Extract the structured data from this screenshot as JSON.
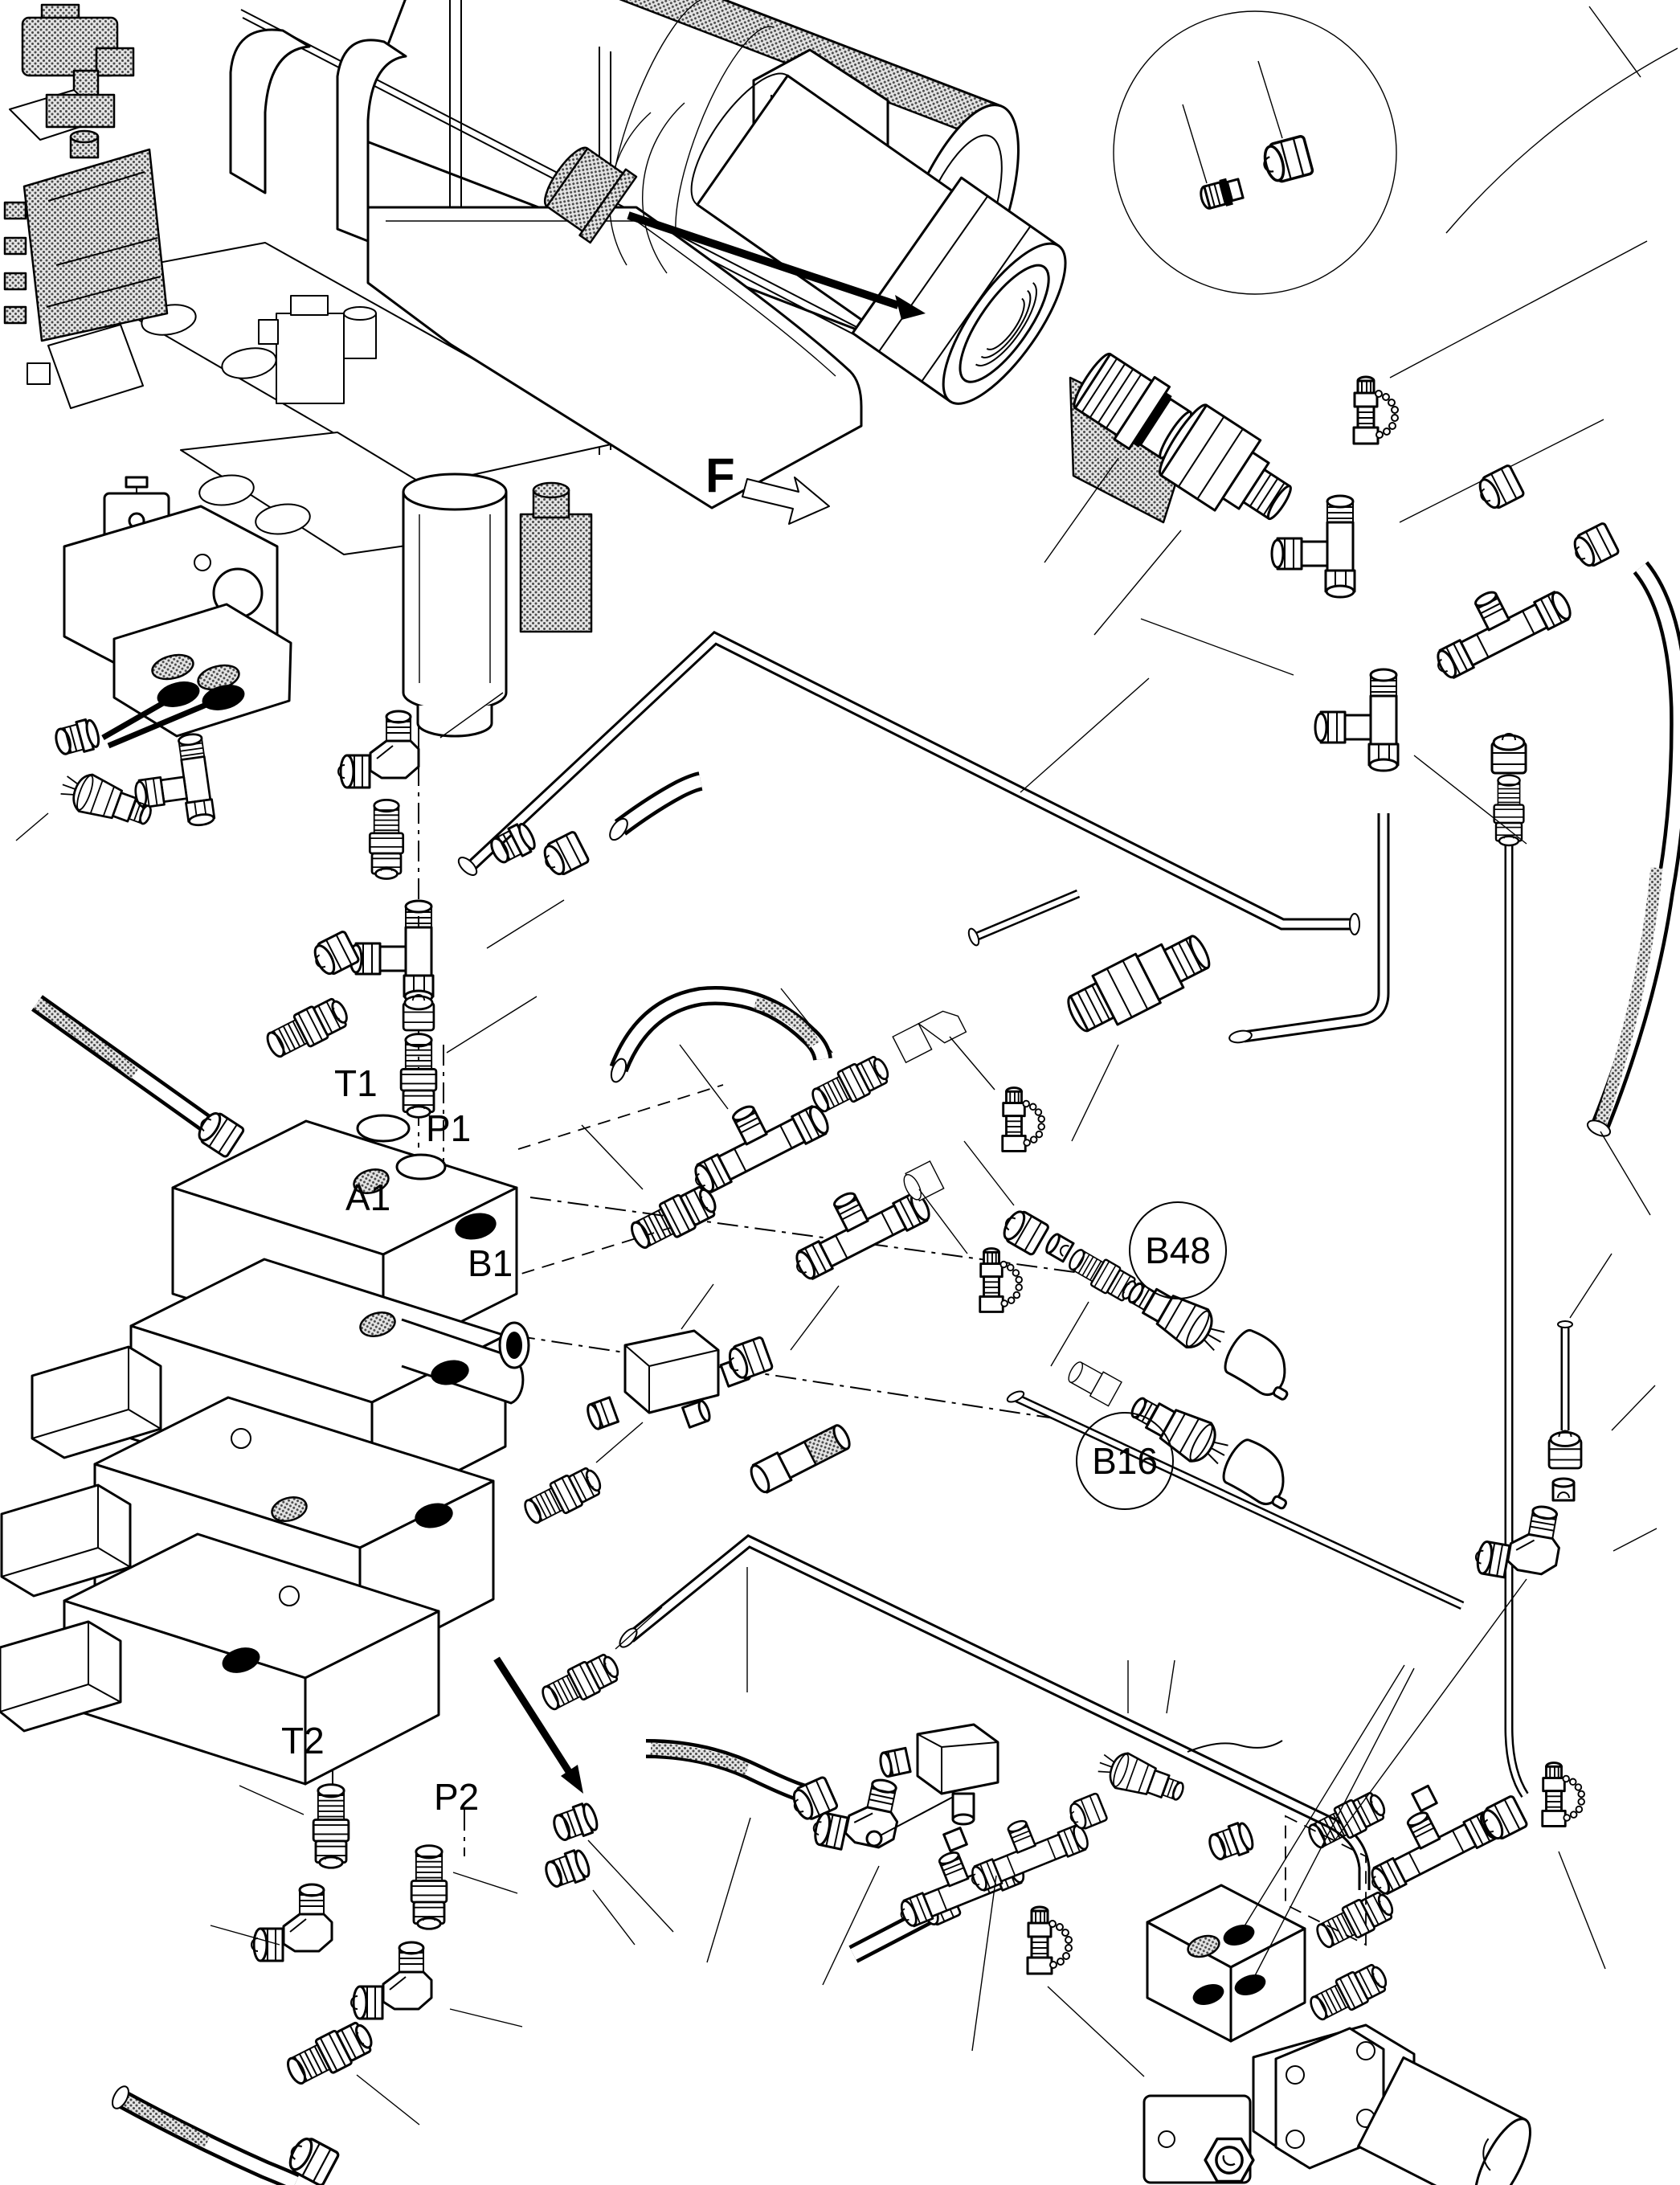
{
  "page": {
    "background": "#ffffff",
    "ink": "#000000"
  },
  "diagram": {
    "kind": "exploded-parts-diagram hydraulic piping and fittings",
    "view_label": "F",
    "ports": {
      "t1": "T1",
      "p1": "P1",
      "a1": "A1",
      "b1": "B1",
      "t2": "T2",
      "p2": "P2"
    },
    "callouts": {
      "b48": "B48",
      "b16": "B16"
    }
  }
}
